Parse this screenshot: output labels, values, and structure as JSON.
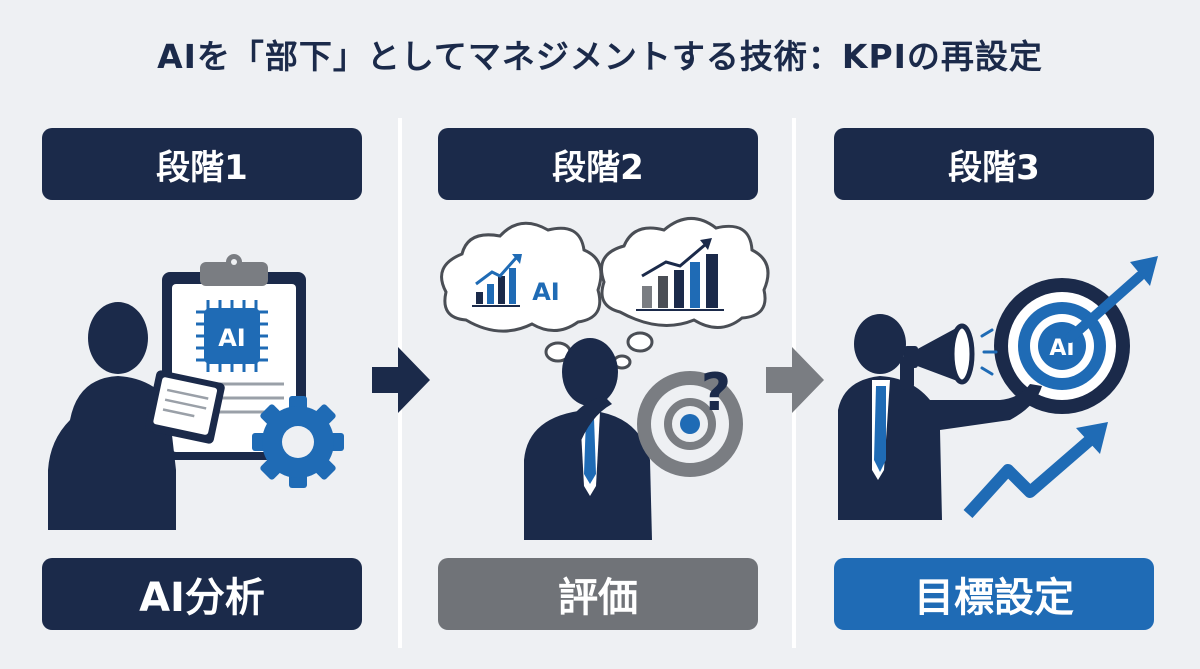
{
  "title": "AIを「部下」としてマネジメントする技術：KPIの再設定",
  "stages": [
    {
      "header": "段階1",
      "label": "AI分析",
      "label_color": "#1b2a4a",
      "icon_text": "AI"
    },
    {
      "header": "段階2",
      "label": "評価",
      "label_color": "#707378",
      "bubble_text": "AI",
      "question_mark": "?"
    },
    {
      "header": "段階3",
      "label": "目標設定",
      "label_color": "#1f6bb5",
      "icon_text": "AI"
    }
  ],
  "colors": {
    "navy": "#1b2a4a",
    "blue": "#1f6bb5",
    "gray": "#707378",
    "background": "#eef0f3"
  }
}
